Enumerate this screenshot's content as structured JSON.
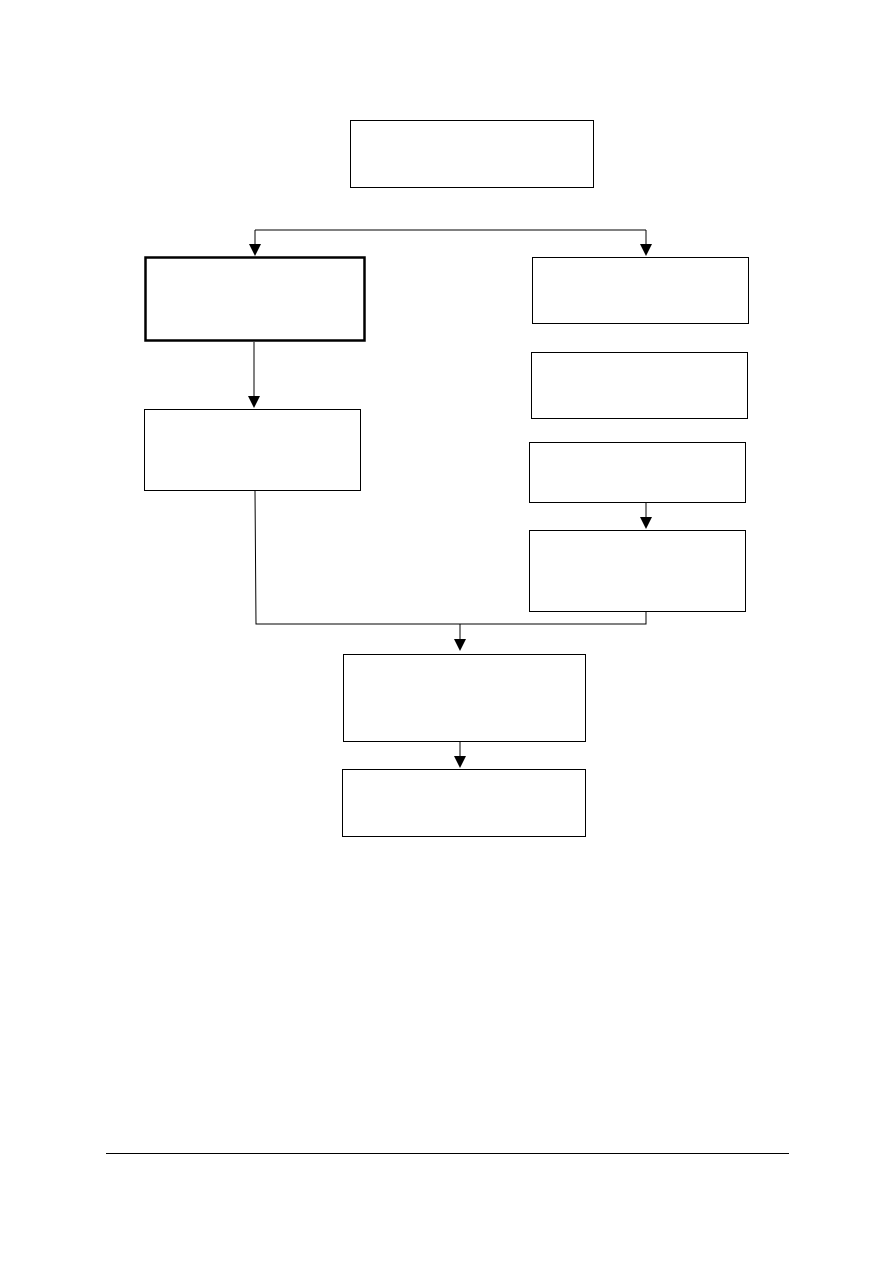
{
  "diagram": {
    "nodes": [
      {
        "id": "top",
        "label": ""
      },
      {
        "id": "left-1",
        "label": ""
      },
      {
        "id": "left-2",
        "label": ""
      },
      {
        "id": "right-1",
        "label": ""
      },
      {
        "id": "right-2",
        "label": ""
      },
      {
        "id": "right-3",
        "label": ""
      },
      {
        "id": "right-4",
        "label": ""
      },
      {
        "id": "merge",
        "label": ""
      },
      {
        "id": "final",
        "label": ""
      }
    ],
    "edges": [
      {
        "from": "top",
        "to": "left-1"
      },
      {
        "from": "top",
        "to": "right-1"
      },
      {
        "from": "left-1",
        "to": "left-2"
      },
      {
        "from": "right-3",
        "to": "right-4"
      },
      {
        "from": "left-2",
        "to": "merge"
      },
      {
        "from": "right-4",
        "to": "merge"
      },
      {
        "from": "merge",
        "to": "final"
      }
    ],
    "colors": {
      "stroke": "#000000",
      "fill": "#ffffff"
    }
  }
}
